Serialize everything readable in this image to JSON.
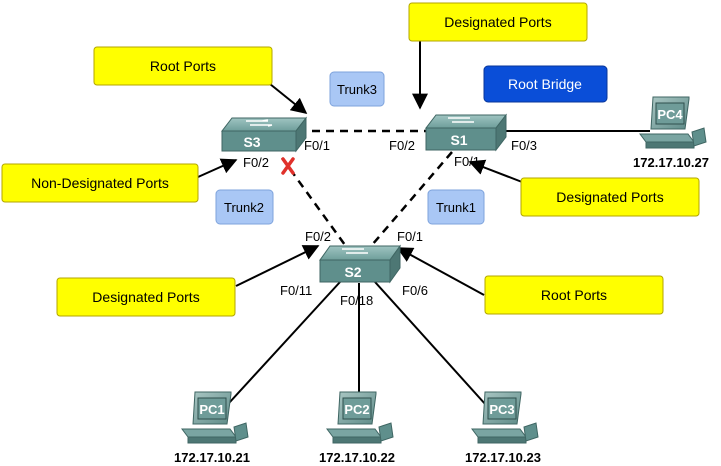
{
  "callouts": {
    "root_ports_top": "Root Ports",
    "designated_ports_top": "Designated Ports",
    "non_designated_ports": "Non-Designated Ports",
    "designated_ports_right": "Designated Ports",
    "designated_ports_bottom_left": "Designated Ports",
    "root_ports_bottom_right": "Root Ports"
  },
  "root_bridge": "Root Bridge",
  "trunks": {
    "trunk1": "Trunk1",
    "trunk2": "Trunk2",
    "trunk3": "Trunk3"
  },
  "switches": {
    "s1": "S1",
    "s2": "S2",
    "s3": "S3"
  },
  "ports": {
    "s3_f01": "F0/1",
    "s3_f02": "F0/2",
    "s1_f02": "F0/2",
    "s1_f01": "F0/1",
    "s1_f03": "F0/3",
    "s2_f02": "F0/2",
    "s2_f01": "F0/1",
    "s2_f011": "F0/11",
    "s2_f018": "F0/18",
    "s2_f06": "F0/6"
  },
  "pcs": {
    "pc1": {
      "label": "PC1",
      "ip": "172.17.10.21"
    },
    "pc2": {
      "label": "PC2",
      "ip": "172.17.10.22"
    },
    "pc3": {
      "label": "PC3",
      "ip": "172.17.10.23"
    },
    "pc4": {
      "label": "PC4",
      "ip": "172.17.10.27"
    }
  },
  "blocked_port_icon": "x-mark-icon",
  "colors": {
    "callout_fill": "#ffff00",
    "trunk_fill": "#a9c7f5",
    "root_bridge_fill": "#0a4ed8",
    "switch_body": "#5f8f8c",
    "blocked_mark": "#e0312b"
  }
}
